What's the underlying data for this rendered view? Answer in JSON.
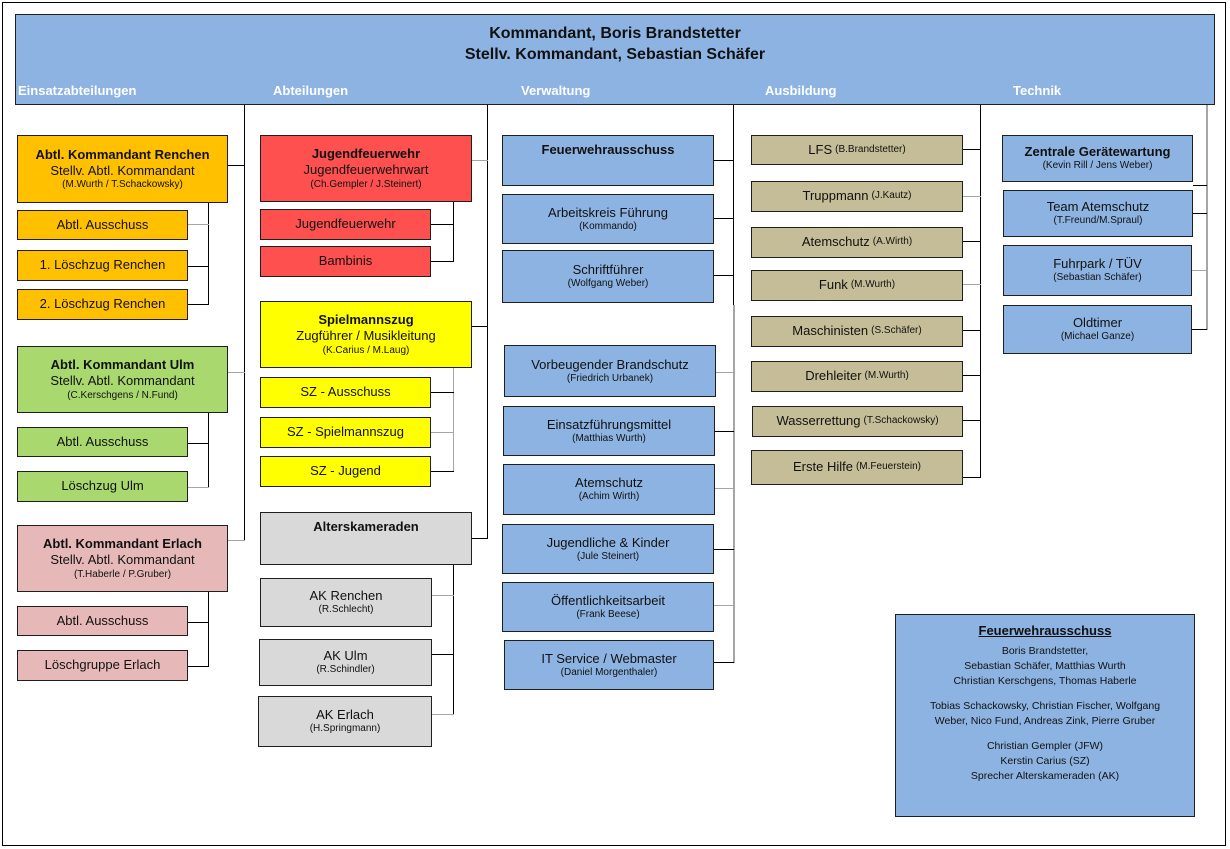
{
  "header": {
    "commander": "Kommandant, Boris Brandstetter",
    "deputy": "Stellv. Kommandant, Sebastian Schäfer",
    "columns": [
      "Einsatzabteilungen",
      "Abteilungen",
      "Verwaltung",
      "Ausbildung",
      "Technik"
    ]
  },
  "einsatz": {
    "renchen": {
      "title": "Abtl. Kommandant Renchen",
      "role": "Stellv. Abtl. Kommandant",
      "names": "(M.Wurth / T.Schackowsky)",
      "subs": [
        "Abtl. Ausschuss",
        "1. Löschzug Renchen",
        "2. Löschzug Renchen"
      ]
    },
    "ulm": {
      "title": "Abtl. Kommandant Ulm",
      "role": "Stellv. Abtl. Kommandant",
      "names": "(C.Kerschgens / N.Fund)",
      "subs": [
        "Abtl. Ausschuss",
        "Löschzug Ulm"
      ]
    },
    "erlach": {
      "title": "Abtl. Kommandant Erlach",
      "role": "Stellv. Abtl. Kommandant",
      "names": "(T.Haberle / P.Gruber)",
      "subs": [
        "Abtl. Ausschuss",
        "Löschgruppe Erlach"
      ]
    }
  },
  "abteilungen": {
    "jfw": {
      "title": "Jugendfeuerwehr",
      "role": "Jugendfeuerwehrwart",
      "names": "(Ch.Gempler / J.Steinert)",
      "subs": [
        "Jugendfeuerwehr",
        "Bambinis"
      ]
    },
    "sz": {
      "title": "Spielmannszug",
      "role": "Zugführer / Musikleitung",
      "names": "(K.Carius / M.Laug)",
      "subs": [
        "SZ - Ausschuss",
        "SZ - Spielmannszug",
        "SZ - Jugend"
      ]
    },
    "ak": {
      "title": "Alterskameraden",
      "subs": [
        {
          "name": "AK Renchen",
          "person": "(R.Schlecht)"
        },
        {
          "name": "AK Ulm",
          "person": "(R.Schindler)"
        },
        {
          "name": "AK Erlach",
          "person": "(H.Springmann)"
        }
      ]
    }
  },
  "verwaltung": [
    {
      "name": "Feuerwehrausschuss",
      "person": ""
    },
    {
      "name": "Arbeitskreis Führung",
      "person": "(Kommando)"
    },
    {
      "name": "Schriftführer",
      "person": "(Wolfgang Weber)"
    },
    {
      "name": "Vorbeugender Brandschutz",
      "person": "(Friedrich Urbanek)"
    },
    {
      "name": "Einsatzführungsmittel",
      "person": "(Matthias Wurth)"
    },
    {
      "name": "Atemschutz",
      "person": "(Achim Wirth)"
    },
    {
      "name": "Jugendliche & Kinder",
      "person": "(Jule Steinert)"
    },
    {
      "name": "Öffentlichkeitsarbeit",
      "person": "(Frank Beese)"
    },
    {
      "name": "IT Service / Webmaster",
      "person": "(Daniel Morgenthaler)"
    }
  ],
  "ausbildung": [
    {
      "name": "LFS",
      "person": "(B.Brandstetter)"
    },
    {
      "name": "Truppmann",
      "person": "(J.Kautz)"
    },
    {
      "name": "Atemschutz",
      "person": "(A.Wirth)"
    },
    {
      "name": "Funk",
      "person": "(M.Wurth)"
    },
    {
      "name": "Maschinisten",
      "person": "(S.Schäfer)"
    },
    {
      "name": "Drehleiter",
      "person": "(M.Wurth)"
    },
    {
      "name": "Wasserrettung",
      "person": "(T.Schackowsky)"
    },
    {
      "name": "Erste Hilfe",
      "person": "(M.Feuerstein)"
    }
  ],
  "technik": [
    {
      "name": "Zentrale Gerätewartung",
      "person": "(Kevin Rill / Jens Weber)"
    },
    {
      "name": "Team Atemschutz",
      "person": "(T.Freund/M.Spraul)"
    },
    {
      "name": "Fuhrpark / TÜV",
      "person": "(Sebastian Schäfer)"
    },
    {
      "name": "Oldtimer",
      "person": "(Michael Ganze)"
    }
  ],
  "legend": {
    "title": "Feuerwehrausschuss",
    "groups": [
      [
        "Boris Brandstetter,",
        "Sebastian Schäfer, Matthias Wurth",
        "Christian Kerschgens, Thomas Haberle"
      ],
      [
        "Tobias Schackowsky, Christian Fischer, Wolfgang",
        "Weber, Nico Fund, Andreas Zink, Pierre Gruber"
      ],
      [
        "Christian Gempler (JFW)",
        "Kerstin Carius (SZ)",
        "Sprecher Alterskameraden (AK)"
      ]
    ]
  },
  "colors": {
    "header": "#8db3e2",
    "renchen": "#ffc000",
    "ulm": "#a9d86e",
    "erlach": "#e6b9b8",
    "jfw": "#ff5050",
    "sz": "#ffff00",
    "ak": "#d9d9d9",
    "verwaltung": "#8db3e2",
    "ausbildung": "#c4bd97",
    "technik": "#8db3e2"
  }
}
